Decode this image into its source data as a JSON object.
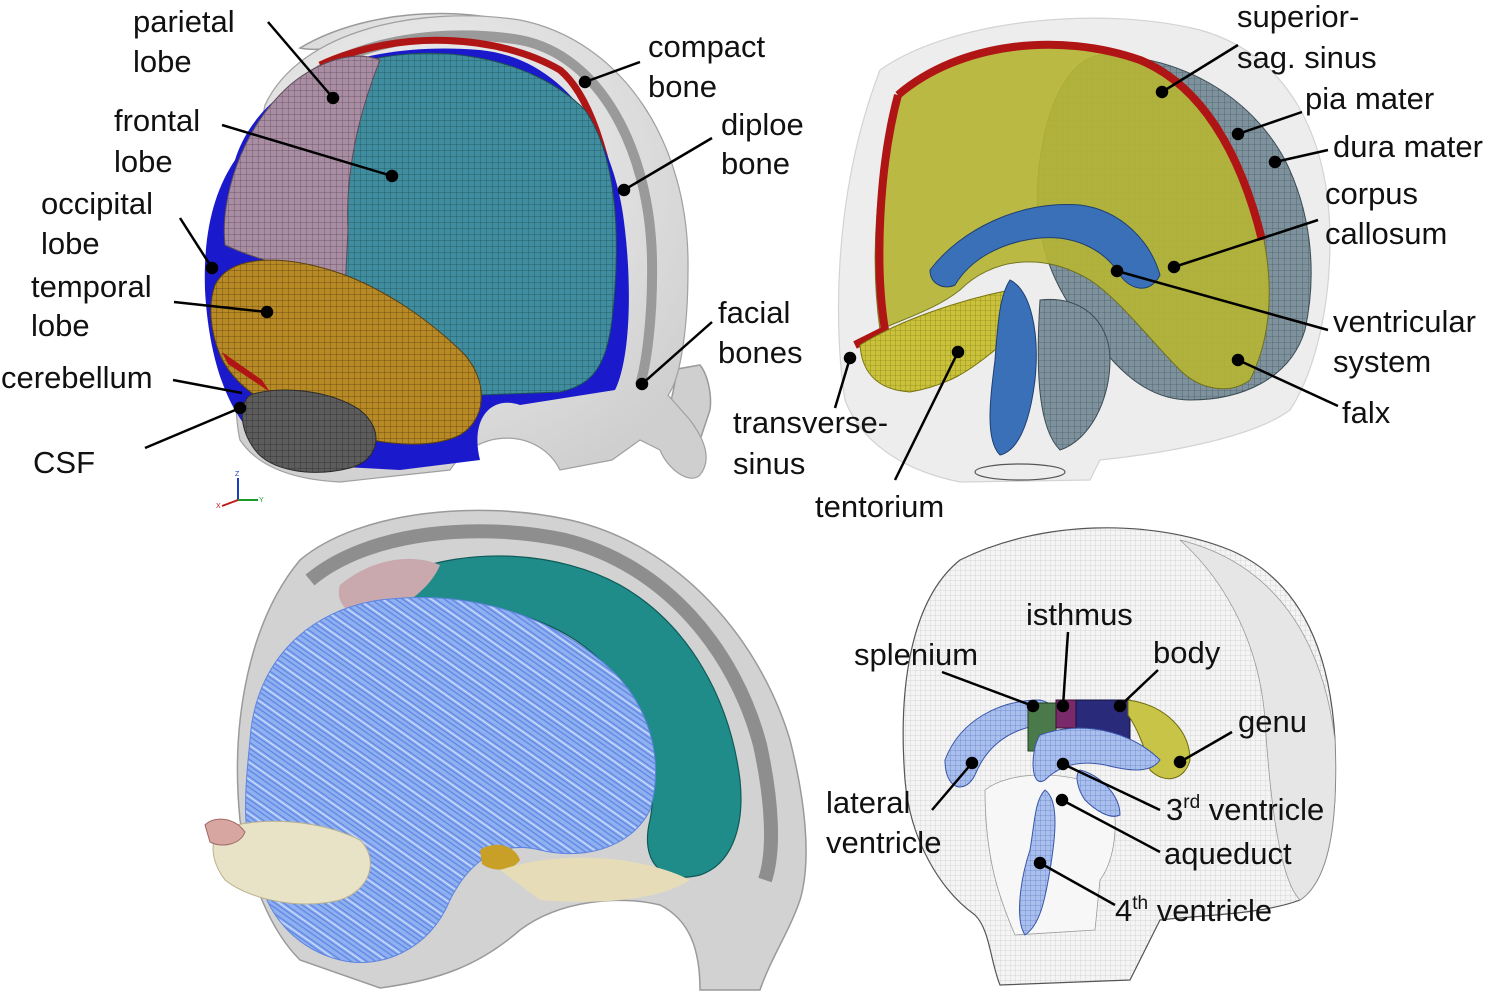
{
  "panels": {
    "a": {
      "labels": {
        "parietal": [
          "parietal",
          "lobe"
        ],
        "frontal": [
          "frontal",
          "lobe"
        ],
        "occipital": [
          "occipital",
          "lobe"
        ],
        "temporal": [
          "temporal",
          "lobe"
        ],
        "cerebellum": "cerebellum",
        "csf": "CSF",
        "compact": [
          "compact",
          "bone"
        ],
        "diploe": [
          "diploe",
          "bone"
        ],
        "facial": [
          "facial",
          "bones"
        ]
      },
      "axes": {
        "z": "Z",
        "x": "X",
        "y": "Y"
      }
    },
    "b": {
      "labels": {
        "superior": [
          "superior-",
          "sag. sinus"
        ],
        "pia": "pia mater",
        "dura": "dura mater",
        "corpus": [
          "corpus",
          "callosum"
        ],
        "ventricular": [
          "ventricular",
          "system"
        ],
        "falx": "falx",
        "transverse": [
          "transverse-",
          "sinus"
        ],
        "tentorium": "tentorium"
      }
    },
    "d": {
      "labels": {
        "isthmus": "isthmus",
        "splenium": "splenium",
        "body": "body",
        "genu": "genu",
        "lateral": [
          "lateral",
          "ventricle"
        ],
        "third_num": "3",
        "third_sup": "rd",
        "third_rest": " ventricle",
        "aqueduct": "aqueduct",
        "fourth_num": "4",
        "fourth_sup": "th",
        "fourth_rest": " ventricle"
      }
    }
  },
  "colors": {
    "skull_outer": "#d9d9d9",
    "skull_layer": "#9a9a9a",
    "dura_blue": "#1a1acc",
    "sinus_red": "#b01515",
    "frontal_teal": "#3f8d9e",
    "parietal_mauve": "#a98da3",
    "temporal_gold": "#b88a25",
    "cerebellum_gray": "#5c5c5c",
    "falx_olive": "#b5b536",
    "ventricle_blue": "#3a70b8",
    "tract_blue": "#7ea2ee",
    "cortex_teal": "#1f8c8a",
    "mesh_gray": "#dcdcdc",
    "corpus_dark": "#2a2a7a",
    "corpus_green": "#4a7a4a",
    "genu_yellow": "#c8c447"
  }
}
